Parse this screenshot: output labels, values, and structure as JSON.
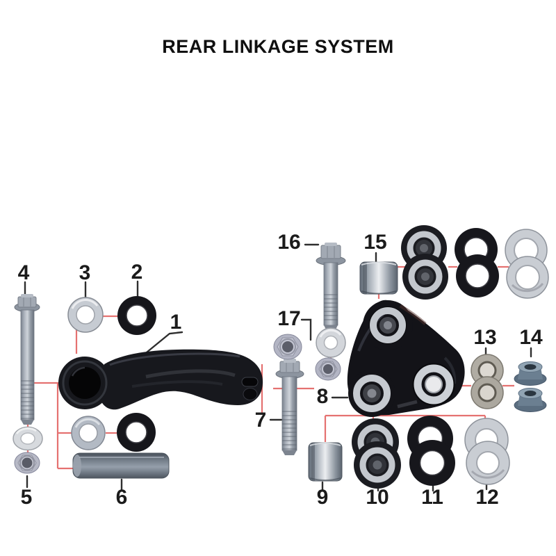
{
  "title": "REAR LINKAGE SYSTEM",
  "colors": {
    "background": "#ffffff",
    "connector_red": "#e57170",
    "leader_black": "#2e2e2e",
    "text_black": "#1b1b1b",
    "part_black": "#17181d",
    "steel_silver": "#aab1bb"
  },
  "callouts": [
    {
      "number": "1"
    },
    {
      "number": "2"
    },
    {
      "number": "3"
    },
    {
      "number": "4"
    },
    {
      "number": "5"
    },
    {
      "number": "6"
    },
    {
      "number": "7"
    },
    {
      "number": "8"
    },
    {
      "number": "9"
    },
    {
      "number": "10"
    },
    {
      "number": "11"
    },
    {
      "number": "12"
    },
    {
      "number": "13"
    },
    {
      "number": "14"
    },
    {
      "number": "15"
    },
    {
      "number": "16"
    },
    {
      "number": "17"
    }
  ]
}
